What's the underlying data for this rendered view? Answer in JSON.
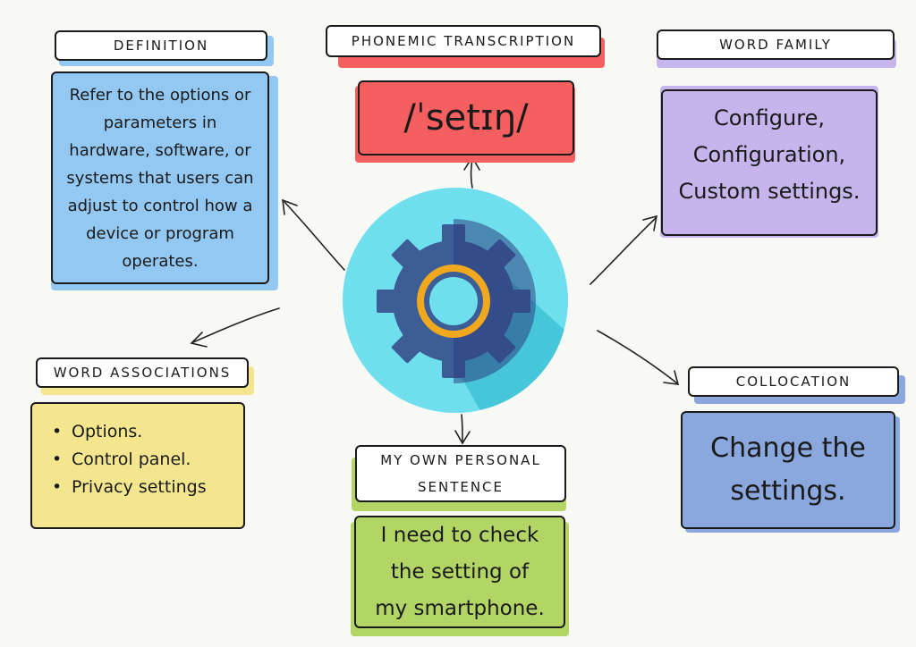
{
  "definition": {
    "label": "DEFINITION",
    "text": "Refer to the options or parameters in hardware, software, or systems that users can adjust to control how a device or program operates."
  },
  "phonemic": {
    "label": "PHONEMIC TRANSCRIPTION",
    "text": "/ˈsetɪŋ/"
  },
  "word_family": {
    "label": "WORD FAMILY",
    "lines": [
      "Configure,",
      "Configuration,",
      "Custom settings."
    ]
  },
  "word_associations": {
    "label": "WORD ASSOCIATIONS",
    "items": [
      "Options.",
      "Control panel.",
      "Privacy settings"
    ]
  },
  "personal_sentence": {
    "label_lines": [
      "MY OWN PERSONAL",
      "SENTENCE"
    ],
    "lines": [
      "I need to check",
      "the setting of",
      "my smartphone."
    ]
  },
  "collocation": {
    "label": "COLLOCATION",
    "lines": [
      "Change the",
      "settings."
    ]
  },
  "central_icon": "gear-icon",
  "colors": {
    "background": "#f8f8f4",
    "definition": "#92c8f2",
    "phonemic": "#f55f60",
    "word_family": "#c6b5ec",
    "word_associations": "#f3e68e",
    "personal_sentence": "#b2d566",
    "collocation": "#8aa8de",
    "circle": "#6fdfee",
    "gear": "#3d5d96"
  }
}
